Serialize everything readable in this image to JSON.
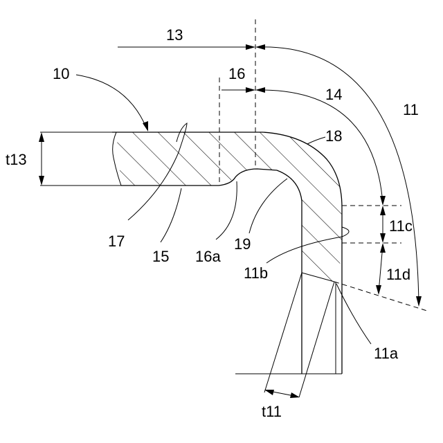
{
  "labels": {
    "l10": "10",
    "l11": "11",
    "l11a": "11a",
    "l11b": "11b",
    "l11c": "11c",
    "l11d": "11d",
    "l13": "13",
    "l14": "14",
    "l15": "15",
    "l16": "16",
    "l16a": "16a",
    "l17": "17",
    "l18": "18",
    "l19": "19",
    "lt11": "t11",
    "lt13": "t13"
  },
  "colors": {
    "ink": "#000000",
    "background": "#ffffff"
  }
}
